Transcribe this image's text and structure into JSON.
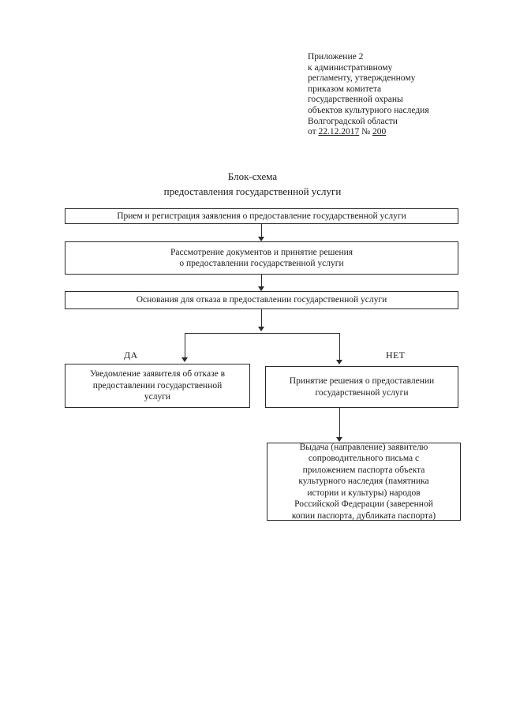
{
  "header": {
    "lines": [
      "Приложение 2",
      "к административному",
      "регламенту, утвержденному",
      "приказом комитета",
      "государственной охраны",
      "объектов культурного наследия",
      "Волгоградской области"
    ],
    "order_prefix": "от ",
    "order_date": "22.12.2017",
    "order_number_label": " № ",
    "order_number": "200"
  },
  "title": {
    "line1": "Блок-схема",
    "line2": "предоставления государственной услуги"
  },
  "flow": {
    "intake": {
      "lines": [
        "Прием и регистрация заявления о предоставление государственной услуги"
      ]
    },
    "review": {
      "lines": [
        "Рассмотрение документов и принятие решения",
        "о предоставлении государственной услуги"
      ]
    },
    "refusal_grounds": {
      "lines": [
        "Основания для отказа в предоставлении государственной услуги"
      ]
    },
    "branch_yes_label": "ДА",
    "branch_no_label": "НЕТ",
    "notify": {
      "lines": [
        "Уведомление заявителя об отказе в",
        "предоставлении государственной",
        "услуги"
      ]
    },
    "decision": {
      "lines": [
        "Принятие решения о предоставлении",
        "государственной услуги"
      ]
    },
    "issue": {
      "lines": [
        "Выдача (направление) заявителю",
        "сопроводительного письма с",
        "приложением  паспорта объекта",
        "культурного наследия (памятника",
        "истории и культуры) народов",
        "Российской Федерации  (заверенной",
        "копии паспорта, дубликата паспорта)"
      ]
    }
  },
  "colors": {
    "ink": "#1a1a1a",
    "line": "#2b2b2b",
    "paper": "#ffffff"
  }
}
